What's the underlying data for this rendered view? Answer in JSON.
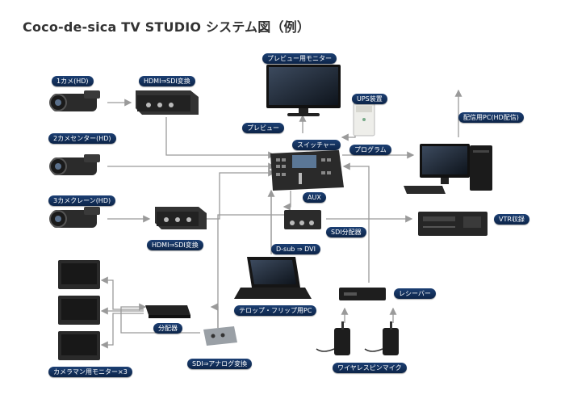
{
  "title": "Coco-de-sica TV STUDIO システム図（例）",
  "labels": {
    "camera1": "1カメ(HD)",
    "hdmi_sdi_top": "HDMI⇒SDI変換",
    "camera2": "2カメセンター(HD)",
    "camera3": "3カメクレーン(HD)",
    "hdmi_sdi_bottom": "HDMI⇒SDI変換",
    "preview_monitor": "プレビュー用モニター",
    "preview": "プレビュー",
    "ups": "UPS装置",
    "switcher": "スイッチャー",
    "program": "プログラム",
    "aux": "AUX",
    "streaming_pc": "配信用PC(HD配信)",
    "vtr": "VTR収録",
    "sdi_dist": "SDI分配器",
    "dsub_dvi": "D-sub ⇒ DVI",
    "telop_pc": "テロップ・フリップ用PC",
    "receiver": "レシーバー",
    "wireless_mic": "ワイヤレスピンマイク",
    "distributor": "分配器",
    "sdi_analog": "SDI⇒アナログ変換",
    "cameraman_monitor": "カメラマン用モニター×3"
  }
}
